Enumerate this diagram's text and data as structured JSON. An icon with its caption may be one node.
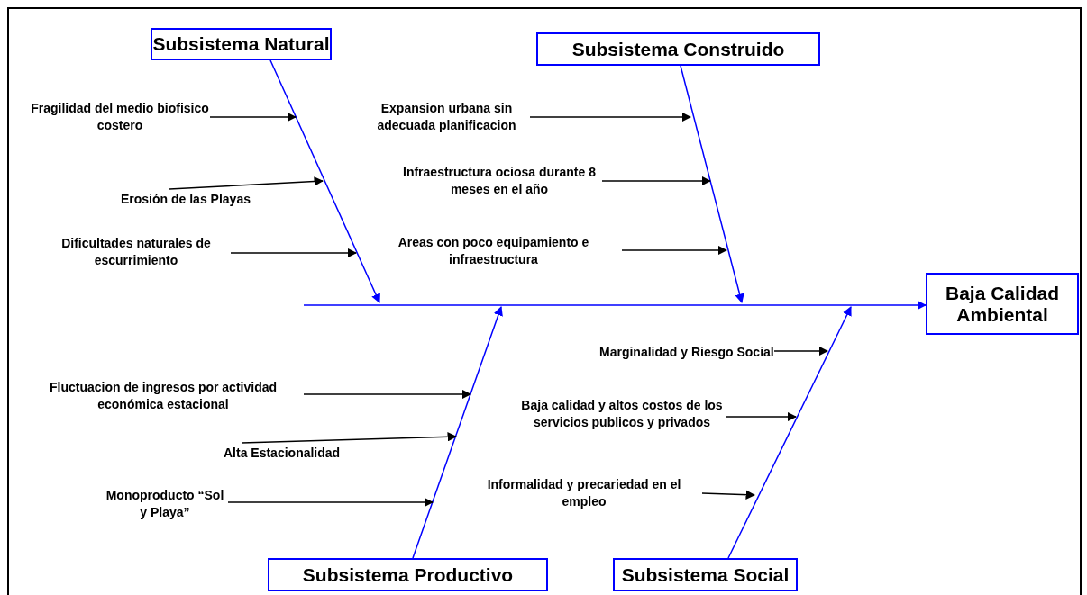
{
  "diagram": {
    "nodes": [
      {
        "text": [
          "Subsistema Natural"
        ]
      },
      {
        "text": [
          "Subsistema Construido"
        ]
      },
      {
        "text": [
          "Fragilidad del medio biofisico costero"
        ]
      },
      {
        "text": [
          "Expansion urbana sin adecuada planificacion"
        ]
      },
      {
        "text": [
          "Erosión de las Playas"
        ]
      },
      {
        "text": [
          "Infraestructura ociosa durante 8 meses en el año"
        ]
      },
      {
        "text": [
          "Dificultades naturales de escurrimiento"
        ]
      },
      {
        "text": [
          "Areas con poco equipamiento e infraestructura"
        ]
      },
      {
        "text": [
          "Baja Calidad Ambiental"
        ]
      },
      {
        "text": [
          "Marginalidad y Riesgo Social"
        ]
      },
      {
        "text": [
          "Fluctuacion de ingresos por actividad económica estacional"
        ]
      },
      {
        "text": [
          "Baja calidad y altos costos de los servicios publicos y privados"
        ]
      },
      {
        "text": [
          "Alta Estacionalidad"
        ]
      },
      {
        "text": [
          "Monoproducto “Sol y Playa”"
        ]
      },
      {
        "text": [
          "Informalidad y precariedad en el empleo"
        ]
      },
      {
        "text": [
          "Subsistema Productivo"
        ]
      },
      {
        "text": [
          "Subsistema  Social"
        ]
      }
    ],
    "edges": [
      {
        "from": 0,
        "to": null,
        "arrow": "to",
        "color": "#0000ff"
      },
      {
        "from": 1,
        "to": null,
        "arrow": "to",
        "color": "#0000ff"
      },
      {
        "from": 15,
        "to": null,
        "arrow": "to",
        "color": "#0000ff"
      },
      {
        "from": 16,
        "to": null,
        "arrow": "to",
        "color": "#0000ff"
      },
      {
        "from": null,
        "to": 8,
        "arrow": "to",
        "color": "#0000ff"
      },
      {
        "from": 2,
        "to": null,
        "arrow": "to"
      },
      {
        "from": 3,
        "to": null,
        "arrow": "to"
      },
      {
        "from": 4,
        "to": null,
        "arrow": "to"
      },
      {
        "from": 5,
        "to": null,
        "arrow": "to"
      },
      {
        "from": 6,
        "to": null,
        "arrow": "to"
      },
      {
        "from": 7,
        "to": null,
        "arrow": "to"
      },
      {
        "from": 9,
        "to": null,
        "arrow": "to"
      },
      {
        "from": 10,
        "to": null,
        "arrow": "to"
      },
      {
        "from": 11,
        "to": null,
        "arrow": "to"
      },
      {
        "from": 12,
        "to": null,
        "arrow": "to"
      },
      {
        "from": 13,
        "to": null,
        "arrow": "to"
      },
      {
        "from": 14,
        "to": null,
        "arrow": "to"
      }
    ]
  }
}
